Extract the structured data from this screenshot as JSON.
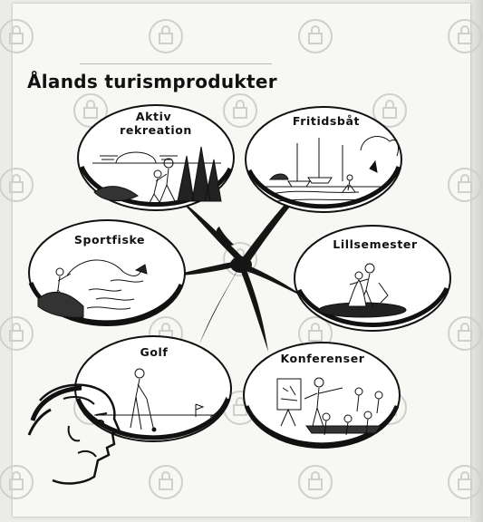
{
  "title": "Ålands turismprodukter",
  "products": [
    {
      "label_lines": [
        "Aktiv",
        "rekreation"
      ]
    },
    {
      "label_lines": [
        "Fritidsbåt"
      ]
    },
    {
      "label_lines": [
        "Sportfiske"
      ]
    },
    {
      "label_lines": [
        "Lillsemester"
      ]
    },
    {
      "label_lines": [
        "Golf"
      ]
    },
    {
      "label_lines": [
        "Konferenser"
      ]
    }
  ],
  "icons": {
    "watermark": "camera-lock-icon",
    "center": "starfish-hub-icon",
    "corner": "man-profile-icon"
  }
}
